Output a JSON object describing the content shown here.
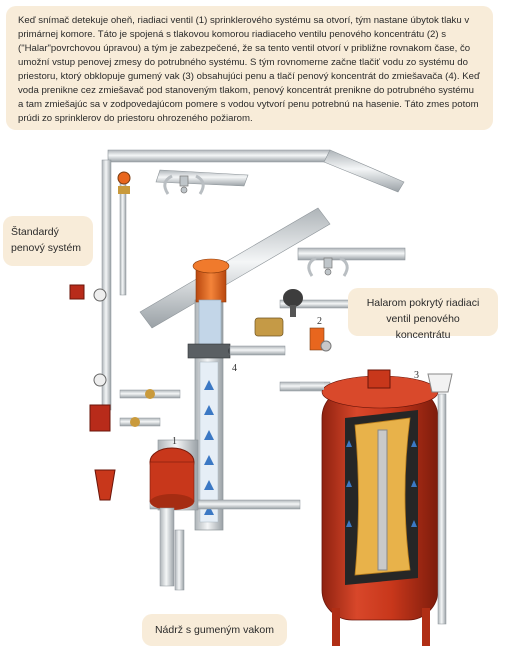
{
  "intro_text": "Keď snímač detekuje oheň, riadiaci ventil (1) sprinklerového systému sa otvorí, tým nastane úbytok tlaku v primárnej komore. Táto je spojená s tlakovou komorou riadiaceho ventilu penového koncentrátu (2) s (\"Halar\"povrchovou úpravou) a tým je zabezpečené, že sa tento ventil otvorí v približne rovnakom čase, čo umožní vstup penovej zmesy do potrubného systému. S tým rovnomerne začne tlačiť vodu zo systému do priestoru, ktorý obklopuje gumený vak (3) obsahujúci penu a tlačí penový koncentrát do zmiešavača (4). Keď voda prenikne cez zmiešavač pod stanoveným tlakom, penový koncentrát prenikne do potrubného systému a tam zmiešajúc sa v zodpovedajúcom pomere s vodou vytvorí penu potrebnú na hasenie. Táto zmes potom prúdi zo sprinklerov do priestoru ohrozeného požiarom.",
  "labels": {
    "standard_system": "Štandardý penový systém",
    "halar_valve": "Halarom pokrytý riadiaci ventil penového koncentrátu",
    "tank": "Nádrž s gumeným vakom"
  },
  "numbers": {
    "n1": "1",
    "n2": "2",
    "n3": "3",
    "n4": "4"
  },
  "colors": {
    "callout_bg": "#f8ecd9",
    "pipe": "#dfe3e6",
    "tank_red": "#c8371b",
    "foam_yellow": "#e8b24a",
    "bladder_dark": "#2c2c2c",
    "flow_blue": "#3b78c4",
    "valve_orange": "#e8661e"
  }
}
